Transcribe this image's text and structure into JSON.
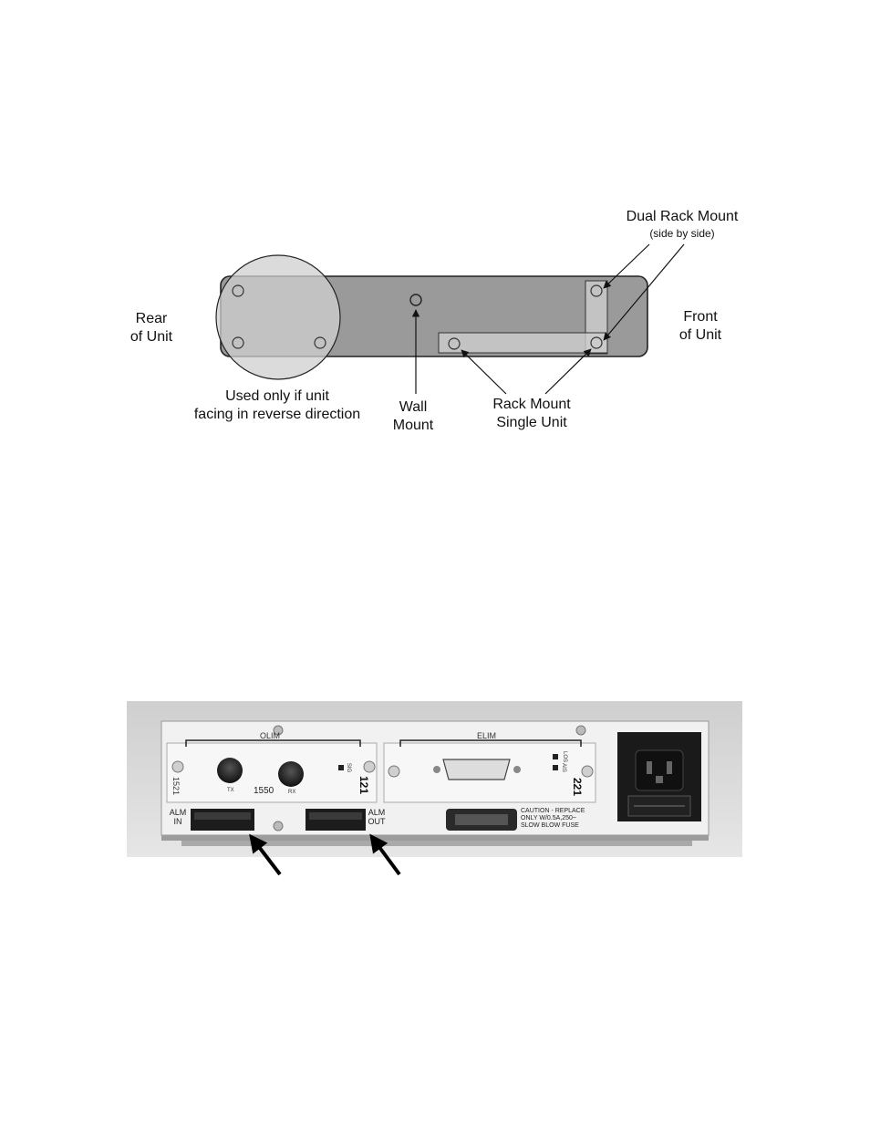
{
  "diagram": {
    "dual_rack_mount": {
      "title": "Dual Rack Mount",
      "subtitle": "(side by side)"
    },
    "rear_of_unit": {
      "line1": "Rear",
      "line2": "of Unit"
    },
    "front_of_unit": {
      "line1": "Front",
      "line2": "of Unit"
    },
    "reverse_note": {
      "line1": "Used only if unit",
      "line2": "facing in reverse direction"
    },
    "wall_mount": {
      "line1": "Wall",
      "line2": "Mount"
    },
    "rack_mount_single": {
      "line1": "Rack Mount",
      "line2": "Single Unit"
    }
  },
  "photo": {
    "olim_label": "OLIM",
    "elim_label": "ELIM",
    "module_left_number": "121",
    "module_right_number": "221",
    "side_code": "1521",
    "wavelength": "1550",
    "tx_label": "TX",
    "rx_label": "RX",
    "sig_label": "SIG",
    "los_label": "LOS",
    "ais_label": "AIS",
    "alm_in": {
      "line1": "ALM",
      "line2": "IN"
    },
    "alm_out": {
      "line1": "ALM",
      "line2": "OUT"
    },
    "caution": {
      "line1": "CAUTION - REPLACE",
      "line2": "ONLY W/0.5A,250~",
      "line3": "SLOW BLOW FUSE"
    }
  }
}
